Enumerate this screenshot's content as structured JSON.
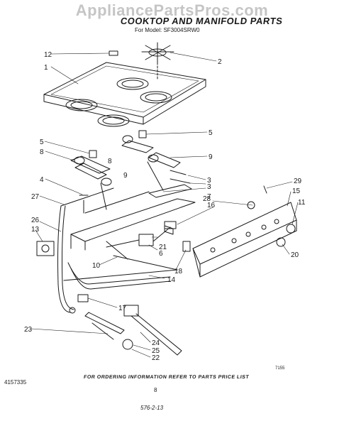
{
  "watermark": "AppliancePartsPros.com",
  "title": "COOKTOP AND MANIFOLD PARTS",
  "model": "For Model: SF3004SRW0",
  "callouts": [
    "12",
    "2",
    "1",
    "5",
    "5",
    "8",
    "9",
    "8",
    "9",
    "3",
    "3",
    "4",
    "7",
    "29",
    "27",
    "28",
    "15",
    "16",
    "11",
    "26",
    "13",
    "21",
    "6",
    "20",
    "10",
    "18",
    "14",
    "17",
    "23",
    "24",
    "25",
    "22"
  ],
  "footer": {
    "doc_number": "4157335",
    "note": "FOR ORDERING INFORMATION REFER TO PARTS PRICE LIST",
    "page": "8",
    "code": "576-2-13",
    "fig_code": "7155"
  }
}
